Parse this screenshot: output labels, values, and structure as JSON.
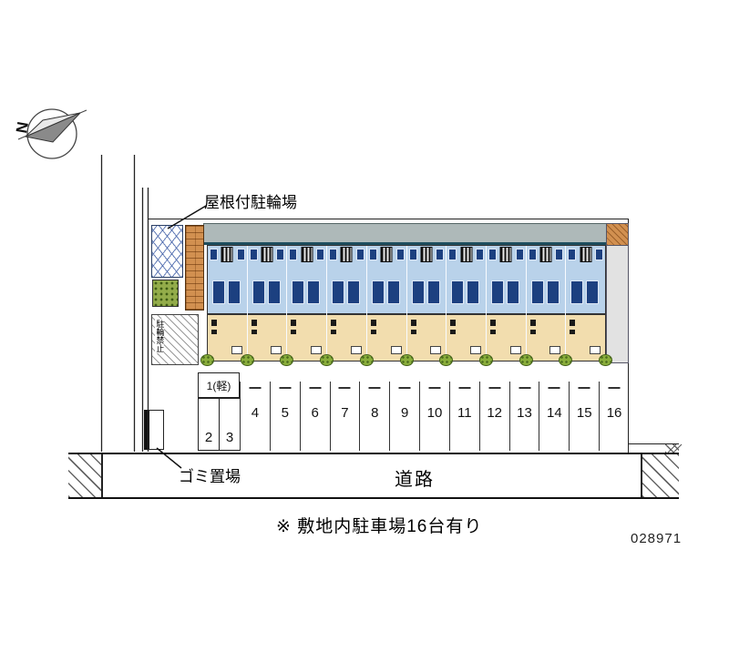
{
  "plan": {
    "number": "028971",
    "footnote": "※ 敷地内駐車場16台有り"
  },
  "compass": {
    "label": "N"
  },
  "labels": {
    "covered_bicycle_parking": "屋根付駐輪場",
    "no_bicycle_parking": "駐輪禁止",
    "garbage_area": "ゴミ置場",
    "road": "道路"
  },
  "parking": {
    "kei_space_label": "1(軽)",
    "small_spaces": [
      "2",
      "3"
    ],
    "row_spaces": [
      "4",
      "5",
      "6",
      "7",
      "8",
      "9",
      "10",
      "11",
      "12",
      "13",
      "14",
      "15",
      "16"
    ]
  },
  "building": {
    "unit_count": 10
  },
  "colors": {
    "roof_gray": "#aeb9b9",
    "roof_edge_teal": "#1e4e5e",
    "balcony_blue": "#b9d2ea",
    "room_dark_blue": "#1c4080",
    "floor_tan": "#f2ddae",
    "bush_green": "#8aae3c",
    "brick_orange": "#d29050"
  }
}
